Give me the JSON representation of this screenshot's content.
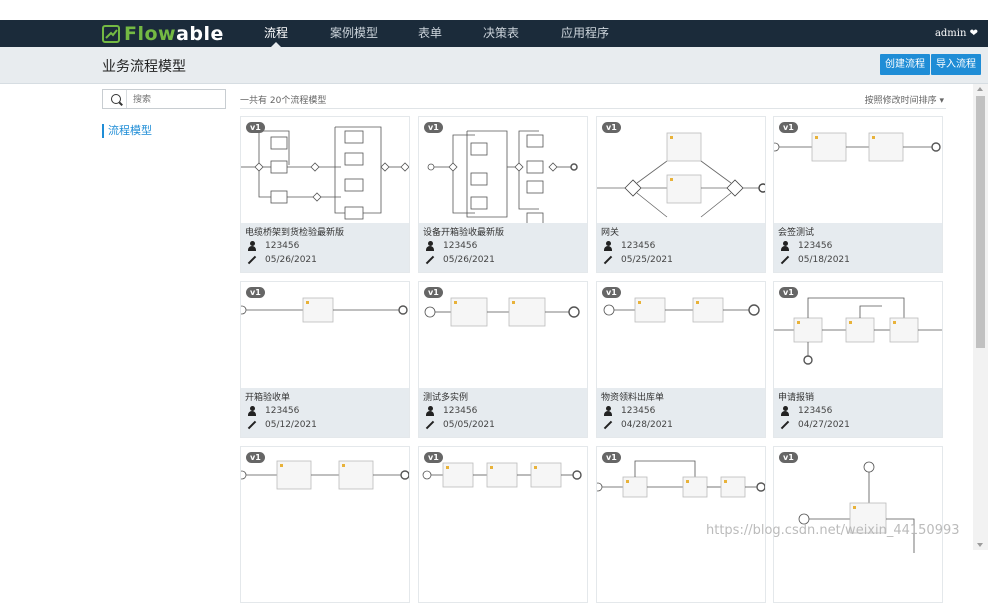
{
  "brand": {
    "name_flow": "Flow",
    "name_able": "able"
  },
  "nav": {
    "items": [
      {
        "label": "流程",
        "active": true
      },
      {
        "label": "案例模型",
        "active": false
      },
      {
        "label": "表单",
        "active": false
      },
      {
        "label": "决策表",
        "active": false
      },
      {
        "label": "应用程序",
        "active": false
      }
    ],
    "user": "admin"
  },
  "header": {
    "title": "业务流程模型",
    "create_button": "创建流程",
    "import_button": "导入流程"
  },
  "sidebar": {
    "search_placeholder": "搜索",
    "items": [
      {
        "label": "流程模型"
      }
    ]
  },
  "list": {
    "count_text": "一共有 20个流程模型",
    "sort_text": "按照修改时间排序"
  },
  "models": [
    {
      "version": "v1",
      "name": "电缆桥架到货检验最新版",
      "user": "123456",
      "date": "05/26/2021"
    },
    {
      "version": "v1",
      "name": "设备开箱验收最新版",
      "user": "123456",
      "date": "05/26/2021"
    },
    {
      "version": "v1",
      "name": "网关",
      "user": "123456",
      "date": "05/25/2021"
    },
    {
      "version": "v1",
      "name": "会签测试",
      "user": "123456",
      "date": "05/18/2021"
    },
    {
      "version": "v1",
      "name": "开箱验收单",
      "user": "123456",
      "date": "05/12/2021"
    },
    {
      "version": "v1",
      "name": "测试多实例",
      "user": "123456",
      "date": "05/05/2021"
    },
    {
      "version": "v1",
      "name": "物资领料出库单",
      "user": "123456",
      "date": "04/28/2021"
    },
    {
      "version": "v1",
      "name": "申请报销",
      "user": "123456",
      "date": "04/27/2021"
    },
    {
      "version": "v1"
    },
    {
      "version": "v1"
    },
    {
      "version": "v1"
    },
    {
      "version": "v1"
    }
  ],
  "watermark": "https://blog.csdn.net/weixin_44150993",
  "colors": {
    "nav_bg": "#1b2b3a",
    "brand_green": "#74b943",
    "accent": "#1f8dd6",
    "card_info_bg": "#e6ebef"
  }
}
